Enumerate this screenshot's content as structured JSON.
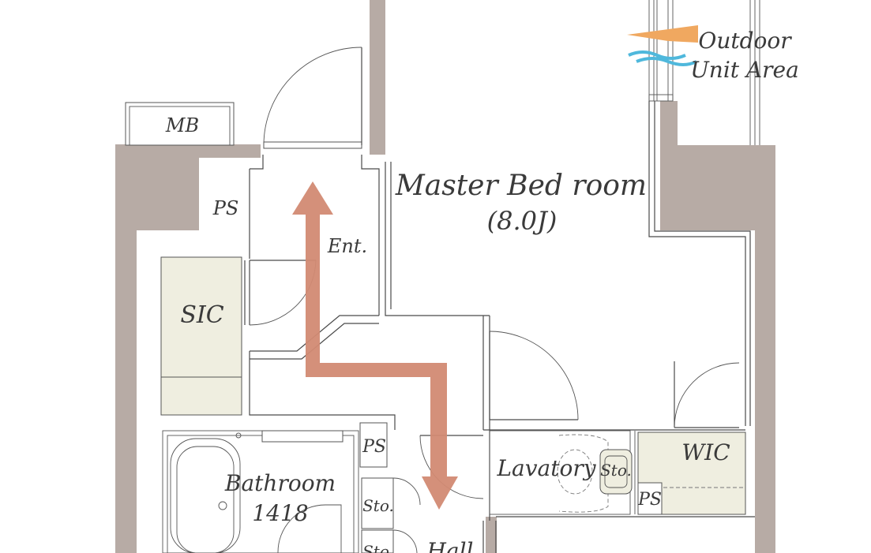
{
  "rooms": {
    "master_bed_title": "Master Bed room",
    "master_bed_size": "(8.0J)",
    "entrance": "Ent.",
    "sic": "SIC",
    "mb": "MB",
    "ps_top": "PS",
    "ps_bath": "PS",
    "ps_wic": "PS",
    "bathroom": "Bathroom",
    "bathroom_size": "1418",
    "storage_1": "Sto.",
    "storage_2": "Sto.",
    "storage_lav": "Sto.",
    "lavatory": "Lavatory",
    "wic": "WIC",
    "hall": "Hall"
  },
  "outdoor": {
    "line1": "Outdoor",
    "line2": "Unit Area"
  },
  "colors": {
    "wall": "#b7aba5",
    "arrow": "#d28a73",
    "fixture": "#efeee0",
    "flag": "#f0a860",
    "wave": "#4fb8dc"
  }
}
